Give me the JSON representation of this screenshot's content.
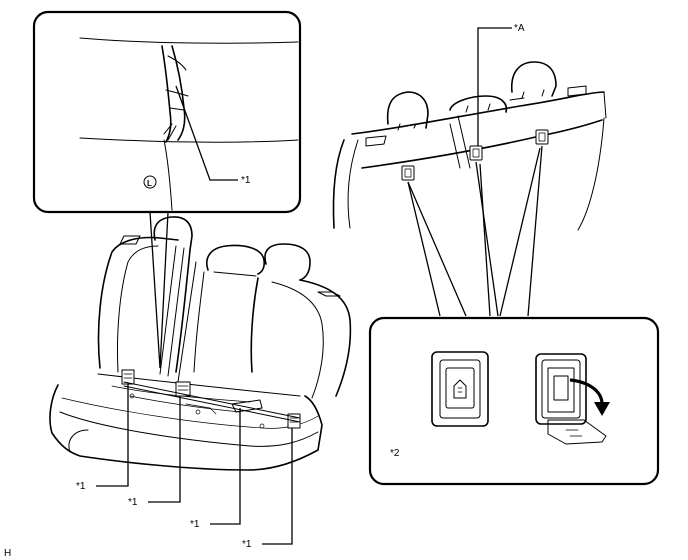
{
  "labels": {
    "part_1": "*1",
    "part_2": "*2",
    "part_a": "*A",
    "corner_mark": "H",
    "lower_anchor_symbol": "L"
  }
}
